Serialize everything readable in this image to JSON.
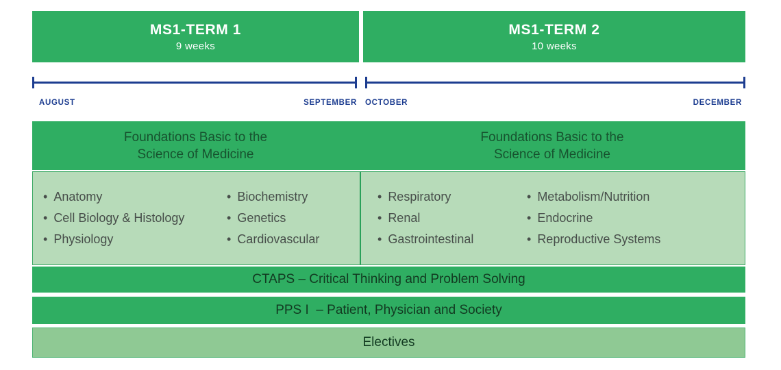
{
  "palette": {
    "green": "#2fae62",
    "light_green": "#b7dbb9",
    "electives_green": "#8fc994",
    "navy": "#1d3d90",
    "dark_green_text": "#17532f",
    "topic_text": "#474e4a"
  },
  "terms": [
    {
      "title": "MS1-TERM 1",
      "duration": "9 weeks",
      "start_month": "AUGUST",
      "end_month": "SEPTEMBER",
      "block_title_line1": "Foundations Basic to the",
      "block_title_line2": "Science of Medicine",
      "topics_col1": [
        "Anatomy",
        "Cell Biology & Histology",
        "Physiology"
      ],
      "topics_col2": [
        "Biochemistry",
        "Genetics",
        "Cardiovascular"
      ]
    },
    {
      "title": "MS1-TERM 2",
      "duration": "10 weeks",
      "start_month": "OCTOBER",
      "end_month": "DECEMBER",
      "block_title_line1": "Foundations Basic to the",
      "block_title_line2": "Science of Medicine",
      "topics_col1": [
        "Respiratory",
        "Renal",
        "Gastrointestinal"
      ],
      "topics_col2": [
        "Metabolism/Nutrition",
        "Endocrine",
        "Reproductive Systems"
      ]
    }
  ],
  "bands": {
    "ctaps": "CTAPS – Critical Thinking and Problem Solving",
    "pps": "PPS I  – Patient, Physician and Society",
    "electives": "Electives"
  }
}
